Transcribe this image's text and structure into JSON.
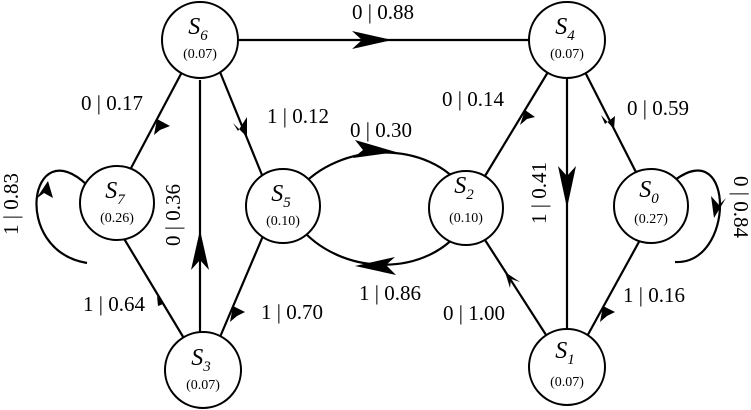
{
  "nodes": {
    "S6": {
      "name": "S",
      "sub": "6",
      "prob": "(0.07)"
    },
    "S4": {
      "name": "S",
      "sub": "4",
      "prob": "(0.07)"
    },
    "S7": {
      "name": "S",
      "sub": "7",
      "prob": "(0.26)"
    },
    "S5": {
      "name": "S",
      "sub": "5",
      "prob": "(0.10)"
    },
    "S2": {
      "name": "S",
      "sub": "2",
      "prob": "(0.10)"
    },
    "S0": {
      "name": "S",
      "sub": "0",
      "prob": "(0.27)"
    },
    "S3": {
      "name": "S",
      "sub": "3",
      "prob": "(0.07)"
    },
    "S1": {
      "name": "S",
      "sub": "1",
      "prob": "(0.07)"
    }
  },
  "edges": {
    "s6_s4": "0 | 0.88",
    "s7_s6": "0 | 0.17",
    "s6_s5": "1 | 0.12",
    "s5_s2": "0 | 0.30",
    "s2_s4": "0 | 0.14",
    "s4_s0": "0 | 0.59",
    "s7_loop": "1 | 0.83",
    "s3_s6": "0 | 0.36",
    "s4_s1": "1 | 0.41",
    "s0_loop": "0 | 0.84",
    "s3_s7": "1 | 0.64",
    "s5_s3": "1 | 0.70",
    "s2_s5": "1 | 0.86",
    "s1_s2": "0 | 1.00",
    "s0_s1": "1 | 0.16"
  }
}
